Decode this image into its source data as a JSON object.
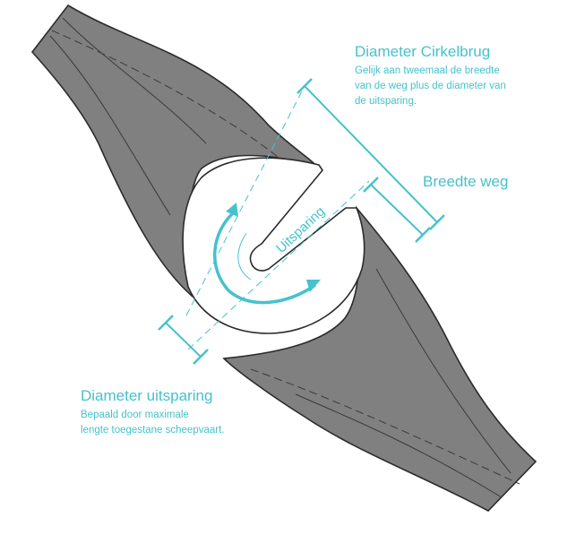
{
  "labels": {
    "diameter_cirkelbrug": {
      "title": "Diameter Cirkelbrug",
      "desc_lines": [
        "Gelijk aan tweemaal de breedte",
        "van de weg plus de diameter van",
        "de uitsparing."
      ]
    },
    "breedte_weg": {
      "title": "Breedte weg"
    },
    "uitsparing": {
      "title": "Uitsparing"
    },
    "diameter_uitsparing": {
      "title": "Diameter uitsparing",
      "desc_lines": [
        "Bepaald door maximale",
        "lengte toegestane scheepvaart."
      ]
    }
  },
  "colors": {
    "accent": "#45c2cc",
    "road": "#808080",
    "outline": "#2b2b2b"
  }
}
